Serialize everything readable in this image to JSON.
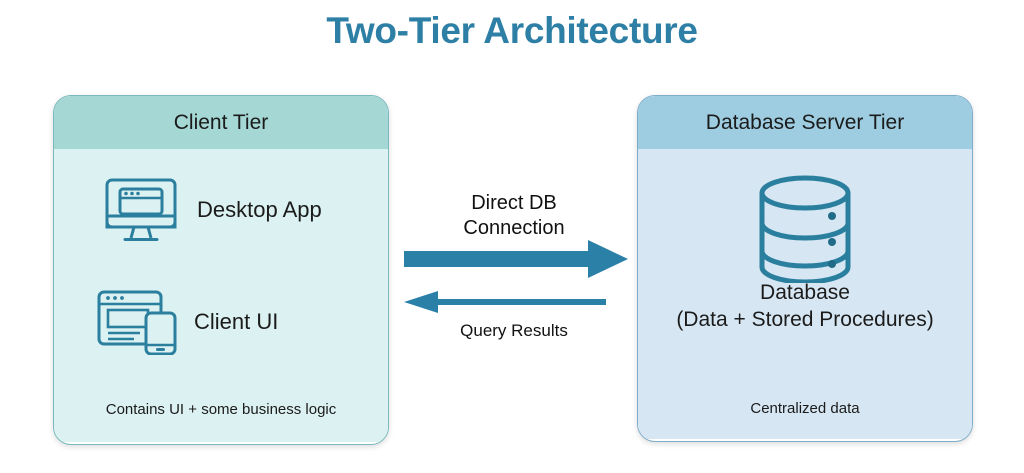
{
  "title": "Two-Tier Architecture",
  "colors": {
    "title": "#2e7fa5",
    "client_header": "#a5d8d5",
    "client_body": "#dcf1f1",
    "db_header": "#9ecde1",
    "db_body": "#d6e7f3",
    "arrow": "#2b80a8",
    "icon_stroke": "#2b7f9e"
  },
  "client_tier": {
    "header": "Client Tier",
    "items": [
      {
        "icon": "desktop-monitor-icon",
        "label": "Desktop App"
      },
      {
        "icon": "browser-and-phone-icon",
        "label": "Client UI"
      }
    ],
    "footnote": "Contains UI + some business logic"
  },
  "db_tier": {
    "header": "Database Server Tier",
    "icon": "database-cylinder-icon",
    "caption_line1": "Database",
    "caption_line2": "(Data + Stored Procedures)",
    "footnote": "Centralized data"
  },
  "connections": {
    "forward": {
      "label_line1": "Direct DB",
      "label_line2": "Connection",
      "direction": "client-to-database"
    },
    "backward": {
      "label": "Query Results",
      "direction": "database-to-client"
    }
  }
}
